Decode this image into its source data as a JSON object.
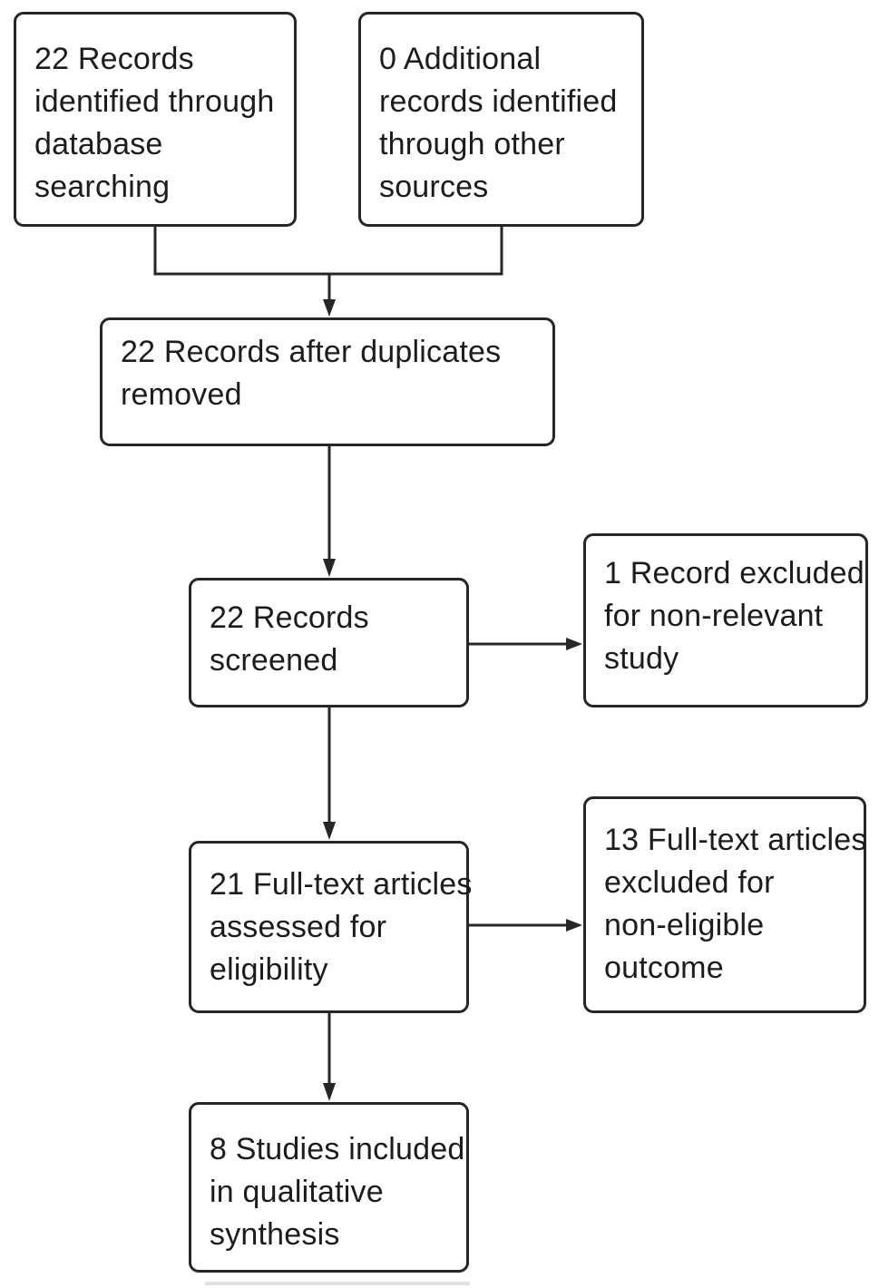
{
  "diagram": {
    "type": "prisma-flow-diagram",
    "colors": {
      "line": "#262626",
      "text": "#1c1c1c",
      "box_background": "#ffffff",
      "page_background": "#ffffff"
    },
    "nodes": [
      {
        "id": "records-identified",
        "lines": [
          "22 Records",
          "identified through",
          "database",
          "searching"
        ]
      },
      {
        "id": "additional-records",
        "lines": [
          "0 Additional",
          "records identified",
          "through other",
          "sources"
        ]
      },
      {
        "id": "after-duplicates",
        "lines": [
          "22 Records after duplicates",
          "removed"
        ]
      },
      {
        "id": "records-screened",
        "lines": [
          "22 Records",
          "screened"
        ]
      },
      {
        "id": "record-excluded",
        "lines": [
          "1 Record excluded",
          "for non-relevant",
          "study"
        ]
      },
      {
        "id": "fulltext-assessed",
        "lines": [
          "21 Full-text articles",
          "assessed for",
          "eligibility"
        ]
      },
      {
        "id": "fulltext-excluded",
        "lines": [
          "13 Full-text articles",
          "excluded for",
          "non-eligible",
          "outcome"
        ]
      },
      {
        "id": "studies-included",
        "lines": [
          "8 Studies included",
          "in qualitative",
          "synthesis"
        ]
      }
    ],
    "edges": [
      {
        "from": "records-identified",
        "to": "after-duplicates",
        "arrow": true
      },
      {
        "from": "additional-records",
        "to": "after-duplicates",
        "arrow": true
      },
      {
        "from": "after-duplicates",
        "to": "records-screened",
        "arrow": true
      },
      {
        "from": "records-screened",
        "to": "record-excluded",
        "arrow": true
      },
      {
        "from": "records-screened",
        "to": "fulltext-assessed",
        "arrow": true
      },
      {
        "from": "fulltext-assessed",
        "to": "fulltext-excluded",
        "arrow": true
      },
      {
        "from": "fulltext-assessed",
        "to": "studies-included",
        "arrow": true
      }
    ]
  }
}
